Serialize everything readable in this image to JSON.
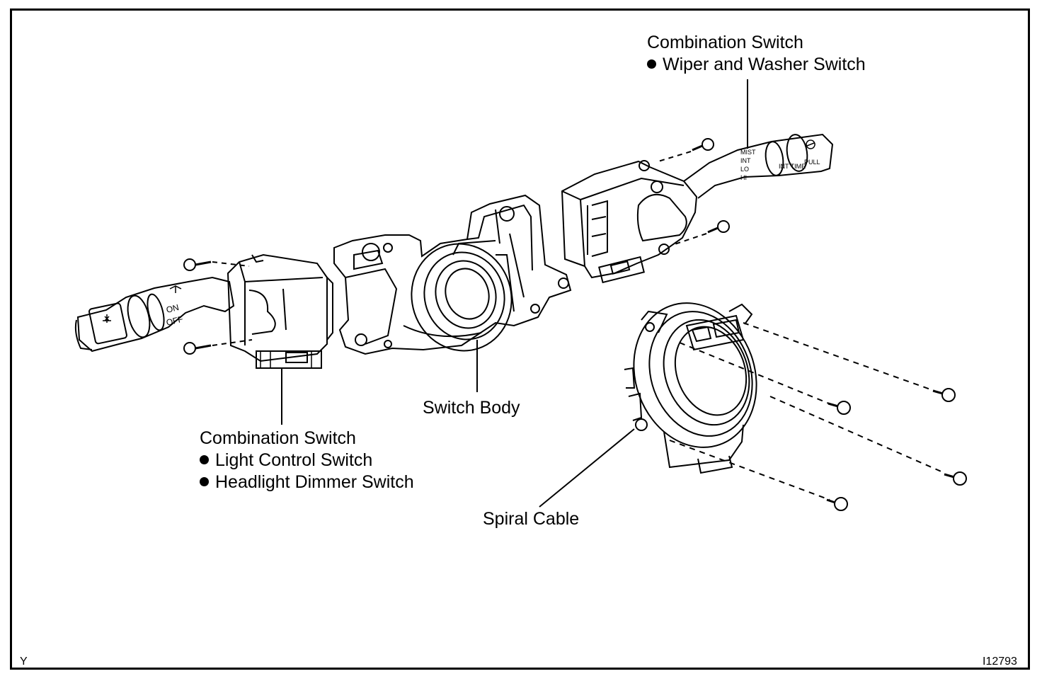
{
  "labels": {
    "wiper_switch": {
      "title": "Combination Switch",
      "items": [
        "Wiper and Washer Switch"
      ]
    },
    "light_switch": {
      "title": "Combination Switch",
      "items": [
        "Light Control Switch",
        "Headlight Dimmer Switch"
      ]
    },
    "switch_body": "Switch Body",
    "spiral_cable": "Spiral Cable"
  },
  "lever_markings": {
    "light_lever": [
      "ON",
      "OFF"
    ],
    "wiper_lever": [
      "MIST",
      "INT",
      "LO",
      "HI",
      "INT TIME",
      "PULL"
    ]
  },
  "corner": {
    "left": "Y",
    "right": "I12793"
  }
}
